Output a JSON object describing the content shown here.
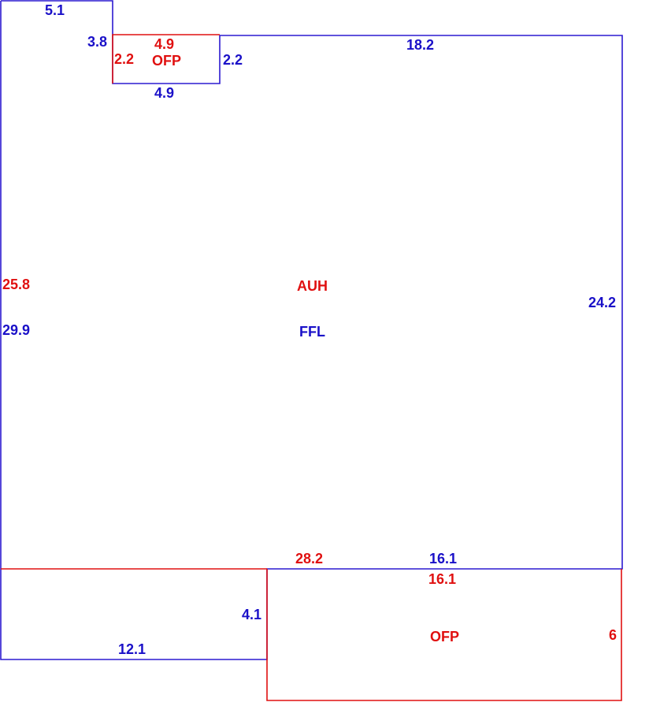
{
  "colors": {
    "blue": "#1a10c8",
    "red": "#e01010",
    "background": "#ffffff"
  },
  "main_area": {
    "label_auh": "AUH",
    "label_ffl": "FFL",
    "left_red": "25.8",
    "left_blue": "29.9",
    "right": "24.2",
    "top": "18.2",
    "bottom_red": "28.2",
    "bottom_blue": "16.1",
    "notch_top": "5.1",
    "notch_side": "3.8"
  },
  "small_ofp": {
    "label": "OFP",
    "top_red": "4.9",
    "left_red": "2.2",
    "right_blue": "2.2",
    "bottom_blue": "4.9"
  },
  "lower_left": {
    "bottom": "12.1",
    "right": "4.1"
  },
  "large_ofp": {
    "label": "OFP",
    "top": "16.1",
    "right": "6"
  }
}
